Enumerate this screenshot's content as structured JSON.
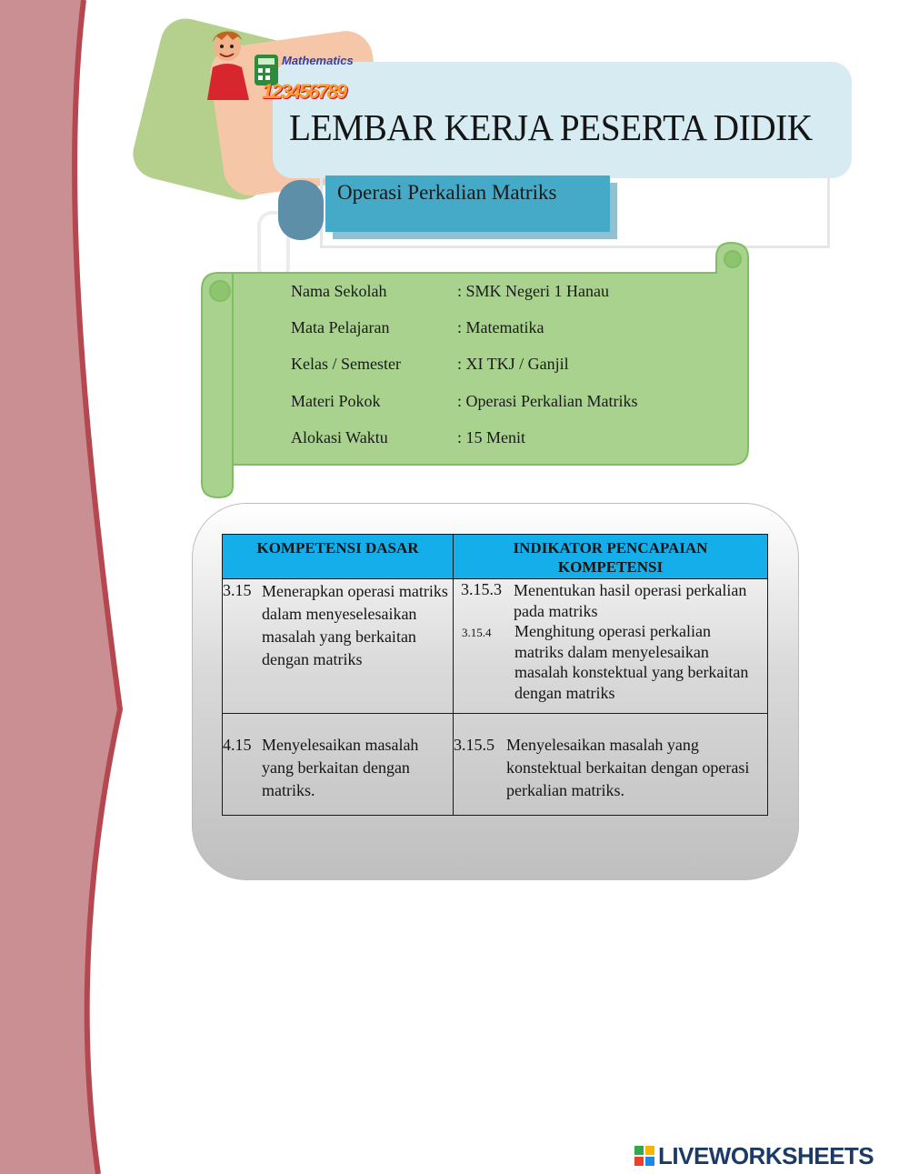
{
  "header": {
    "title": "LEMBAR   KERJA PESERTA DIDIK",
    "subtitle": "Operasi Perkalian Matriks",
    "logo_word": "Mathematics",
    "logo_digits": "123456789"
  },
  "identity": {
    "rows": [
      {
        "label": "Nama Sekolah",
        "value": ": SMK Negeri 1 Hanau"
      },
      {
        "label": "Mata Pelajaran",
        "value": ": Matematika"
      },
      {
        "label": "Kelas / Semester",
        "value": ": XI TKJ / Ganjil"
      },
      {
        "label": "Materi Pokok",
        "value": ": Operasi Perkalian Matriks"
      },
      {
        "label": "Alokasi Waktu",
        "value": ": 15 Menit"
      }
    ]
  },
  "table": {
    "headers": [
      "KOMPETENSI DASAR",
      "INDIKATOR PENCAPAIAN KOMPETENSI"
    ],
    "rows": [
      {
        "kd_number": "3.15",
        "kd_text": "Menerapkan operasi matriks dalam menyeselesaikan masalah yang berkaitan dengan matriks",
        "indicators": [
          {
            "number": "3.15.3",
            "text": "Menentukan hasil operasi perkalian pada matriks"
          },
          {
            "number": "3.15.4",
            "text": "Menghitung operasi perkalian matriks dalam menyelesaikan masalah konstektual yang berkaitan dengan matriks"
          }
        ]
      },
      {
        "kd_number": "4.15",
        "kd_text": "Menyelesaikan masalah yang berkaitan dengan matriks.",
        "indicators": [
          {
            "number": "3.15.5",
            "text": "Menyelesaikan masalah yang konstektual berkaitan dengan operasi perkalian matriks."
          }
        ]
      }
    ]
  },
  "footer": {
    "brand": "LIVEWORKSHEETS"
  },
  "colors": {
    "ribbon": "#c98f93",
    "scroll_green": "#a9d28e",
    "table_header": "#14aeea",
    "subtitle_box": "#45a9c8",
    "brand": "#1b3a66"
  }
}
